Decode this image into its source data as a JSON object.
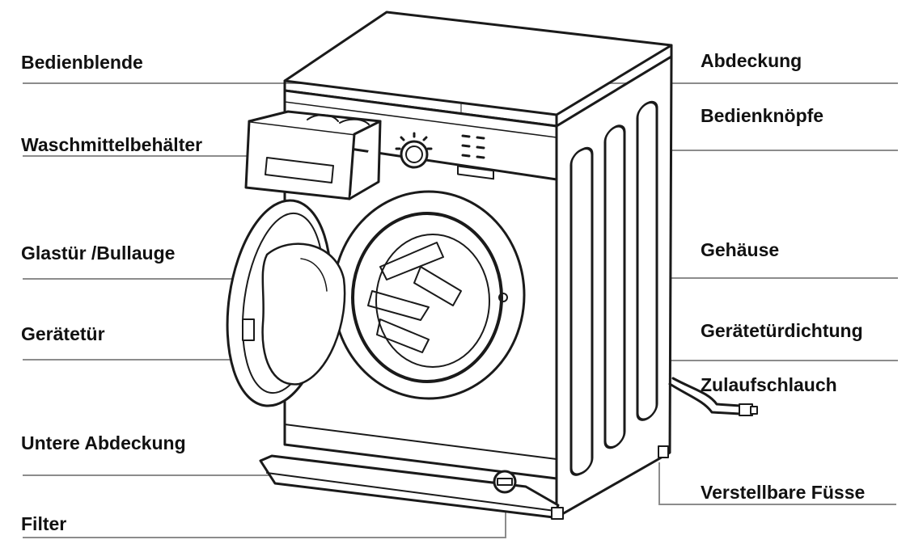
{
  "colors": {
    "ink": "#1a1a1a",
    "leader": "#8c8c8c",
    "background": "#ffffff"
  },
  "labels": {
    "left": {
      "bedienblende": "Bedienblende",
      "waschmittelbehaelter": "Waschmittelbehälter",
      "glastuer": "Glastür /Bullauge",
      "geraetetuer": "Gerätetür",
      "untere_abdeckung": "Untere Abdeckung",
      "filter": "Filter"
    },
    "right": {
      "abdeckung": "Abdeckung",
      "bedienknoepfe": "Bedienknöpfe",
      "gehaeuse": "Gehäuse",
      "geraetetuerdichtung": "Gerätetürdichtung",
      "zulaufschlauch": "Zulaufschlauch",
      "verstellbare_fuesse": "Verstellbare Füsse"
    }
  }
}
